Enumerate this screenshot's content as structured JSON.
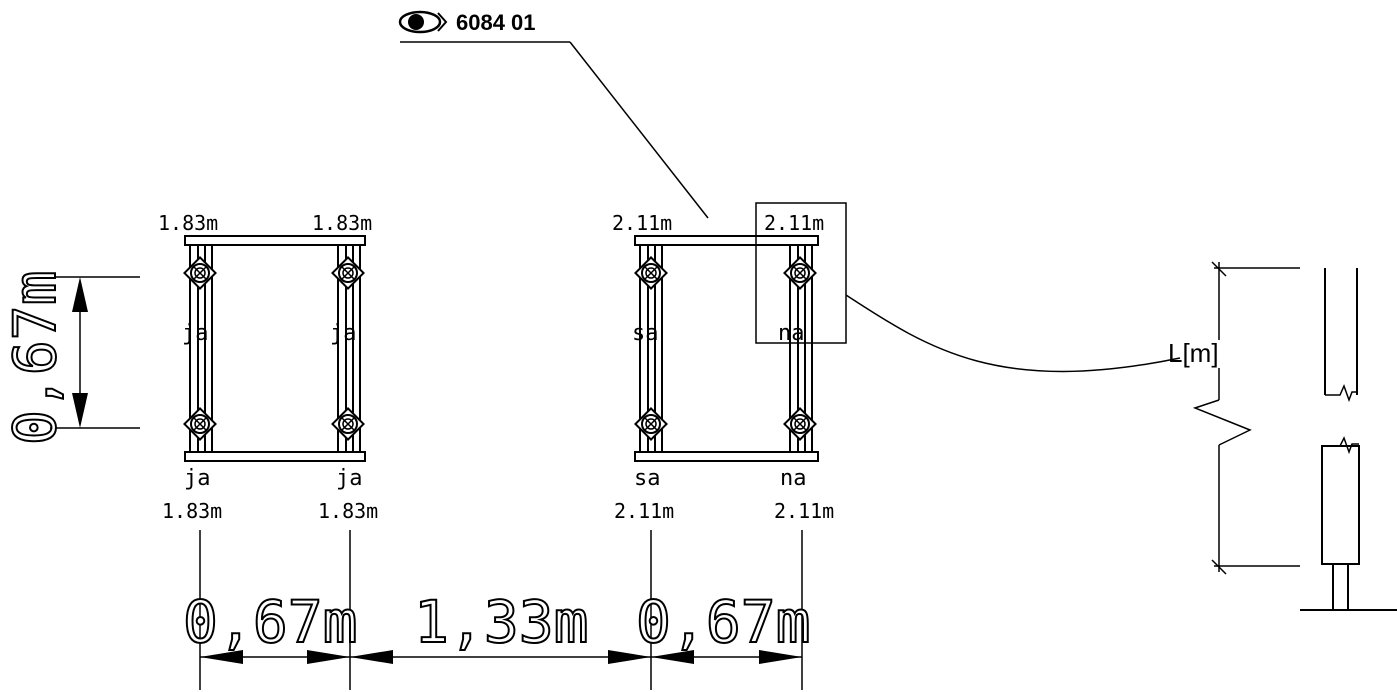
{
  "tag": {
    "icon": "eye-icon",
    "code": "6084 01"
  },
  "frame_left": {
    "top_left_height": "1.83m",
    "top_right_height": "1.83m",
    "bottom_left_height": "1.83m",
    "bottom_right_height": "1.83m",
    "left_mid_label": "ja",
    "right_mid_label": "ja",
    "bottom_left_label": "ja",
    "bottom_right_label": "ja"
  },
  "frame_right": {
    "top_left_height": "2.11m",
    "top_right_height": "2.11m",
    "bottom_left_height": "2.11m",
    "bottom_right_height": "2.11m",
    "left_mid_label": "sa",
    "right_mid_label": "na",
    "bottom_left_label": "sa",
    "bottom_right_label": "na"
  },
  "dimensions": {
    "vertical": "0,67m",
    "bottom": [
      "0,67m",
      "1,33m",
      "0,67m"
    ]
  },
  "detail": {
    "length_label": "L[m]"
  }
}
